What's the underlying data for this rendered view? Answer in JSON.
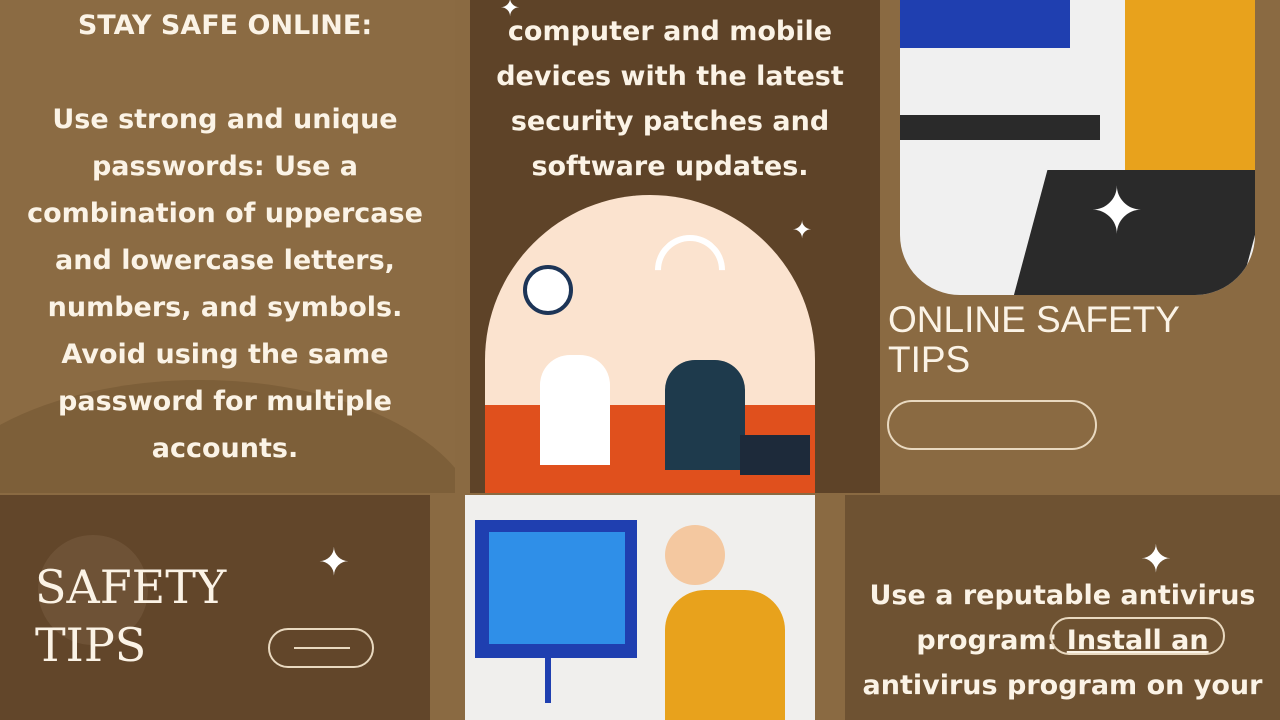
{
  "top_left": {
    "heading": "STAY SAFE ONLINE:",
    "body": "Use strong and unique passwords: Use a combination of uppercase and lowercase letters, numbers, and symbols. Avoid using the same password for multiple accounts."
  },
  "top_middle": {
    "body": "computer and mobile devices with the latest security patches and software updates."
  },
  "top_right": {
    "title": "ONLINE SAFETY TIPS"
  },
  "bottom_left": {
    "title_line1": "SAFETY",
    "title_line2": "TIPS"
  },
  "bottom_right": {
    "body_start": "Use a reputable antivirus program: ",
    "body_link": "Install an",
    "body_end": " antivirus program on your"
  },
  "colors": {
    "panel_light": "#8a6a42",
    "panel_dark": "#5e4328",
    "panel_mid": "#6e5232",
    "text": "#fbf3e6",
    "accent_orange": "#e8a21c",
    "screen_blue": "#2f7fe0"
  }
}
